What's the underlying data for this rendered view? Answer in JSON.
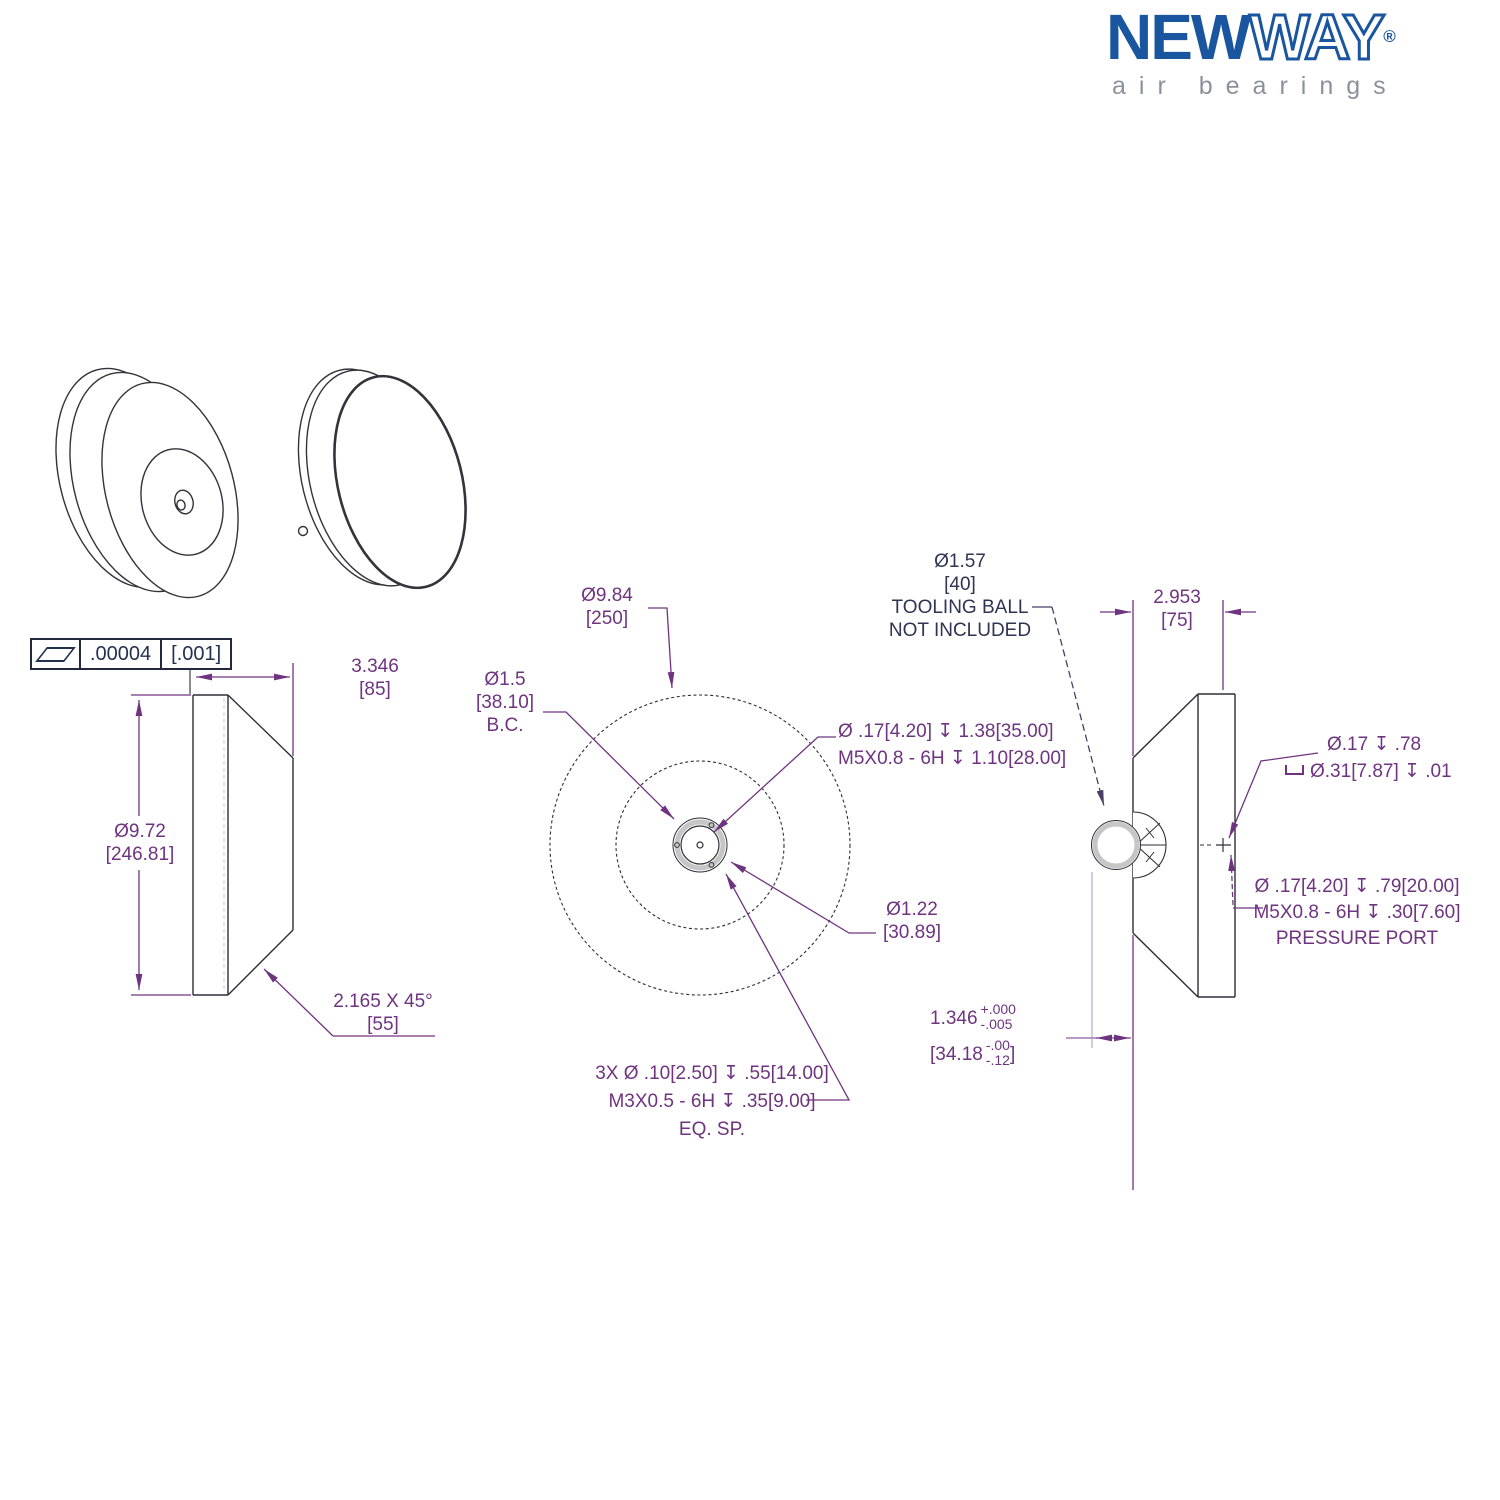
{
  "logo": {
    "new": "NEW",
    "way": "WAY",
    "reg": "®",
    "tagline": "air bearings"
  },
  "flatness_frame": {
    "symbol_name": "flatness-symbol",
    "value_in": ".00004",
    "value_mm": "[.001]"
  },
  "side_view": {
    "depth_in": "3.346",
    "depth_mm": "[85]",
    "diameter_in": "Ø9.72",
    "diameter_mm": "[246.81]",
    "chamfer_in": "2.165 X 45°",
    "chamfer_mm": "[55]"
  },
  "front_view": {
    "outer_dia_in": "Ø9.84",
    "outer_dia_mm": "[250]",
    "bolt_circle_in": "Ø1.5",
    "bolt_circle_mm": "[38.10]",
    "bolt_circle_suffix": "B.C.",
    "center_tap_line1": "Ø .17[4.20]  ↧ 1.38[35.00]",
    "center_tap_line2": "M5X0.8 - 6H ↧ 1.10[28.00]",
    "socket_dia_in": "Ø1.22",
    "socket_dia_mm": "[30.89]",
    "mount_holes_line1": "3X Ø .10[2.50]  ↧ .55[14.00]",
    "mount_holes_line2": "M3X0.5 - 6H ↧ .35[9.00]",
    "mount_holes_line3": "EQ. SP."
  },
  "section_view": {
    "tooling_ball_dia": "Ø1.57",
    "tooling_ball_mm": "[40]",
    "tooling_ball_note1": "TOOLING BALL",
    "tooling_ball_note2": "NOT INCLUDED",
    "width_in": "2.953",
    "width_mm": "[75]",
    "vent_line1": "Ø.17 ↧ .78",
    "vent_line2": "Ø.31[7.87] ↧ .01",
    "port_line1": "Ø .17[4.20]  ↧ .79[20.00]",
    "port_line2": "M5X0.8 - 6H ↧ .30[7.60]",
    "port_line3": "PRESSURE PORT",
    "offset_nom_in": "1.346",
    "offset_plus_in": "+.000",
    "offset_minus_in": "-.005",
    "offset_nom_mm": "[34.18",
    "offset_plus_mm": "-.00",
    "offset_minus_mm": "-.12",
    "offset_close": "]"
  }
}
